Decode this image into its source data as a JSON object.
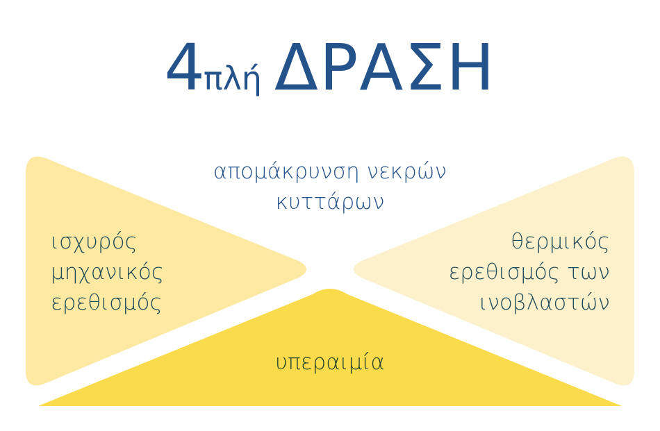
{
  "title": {
    "number": "4",
    "suffix": "πλή",
    "main": "ΔΡΑΣΗ"
  },
  "diagram": {
    "top": {
      "lines": [
        "απομάκρυνση νεκρών",
        "κυττάρων"
      ]
    },
    "left": {
      "lines": [
        "ισχυρός",
        "μηχανικός",
        "ερεθισμός"
      ],
      "color": "#fde9a1"
    },
    "right": {
      "lines": [
        "θερμικός",
        "ερεθισμός των",
        "ινοβλαστών"
      ],
      "color": "#fdf1cc"
    },
    "bottom": {
      "lines": [
        "υπεραιμία"
      ],
      "color": "#fadb4b"
    }
  },
  "colors": {
    "title": "#24528a",
    "text_dark": "#1e4a5a"
  }
}
